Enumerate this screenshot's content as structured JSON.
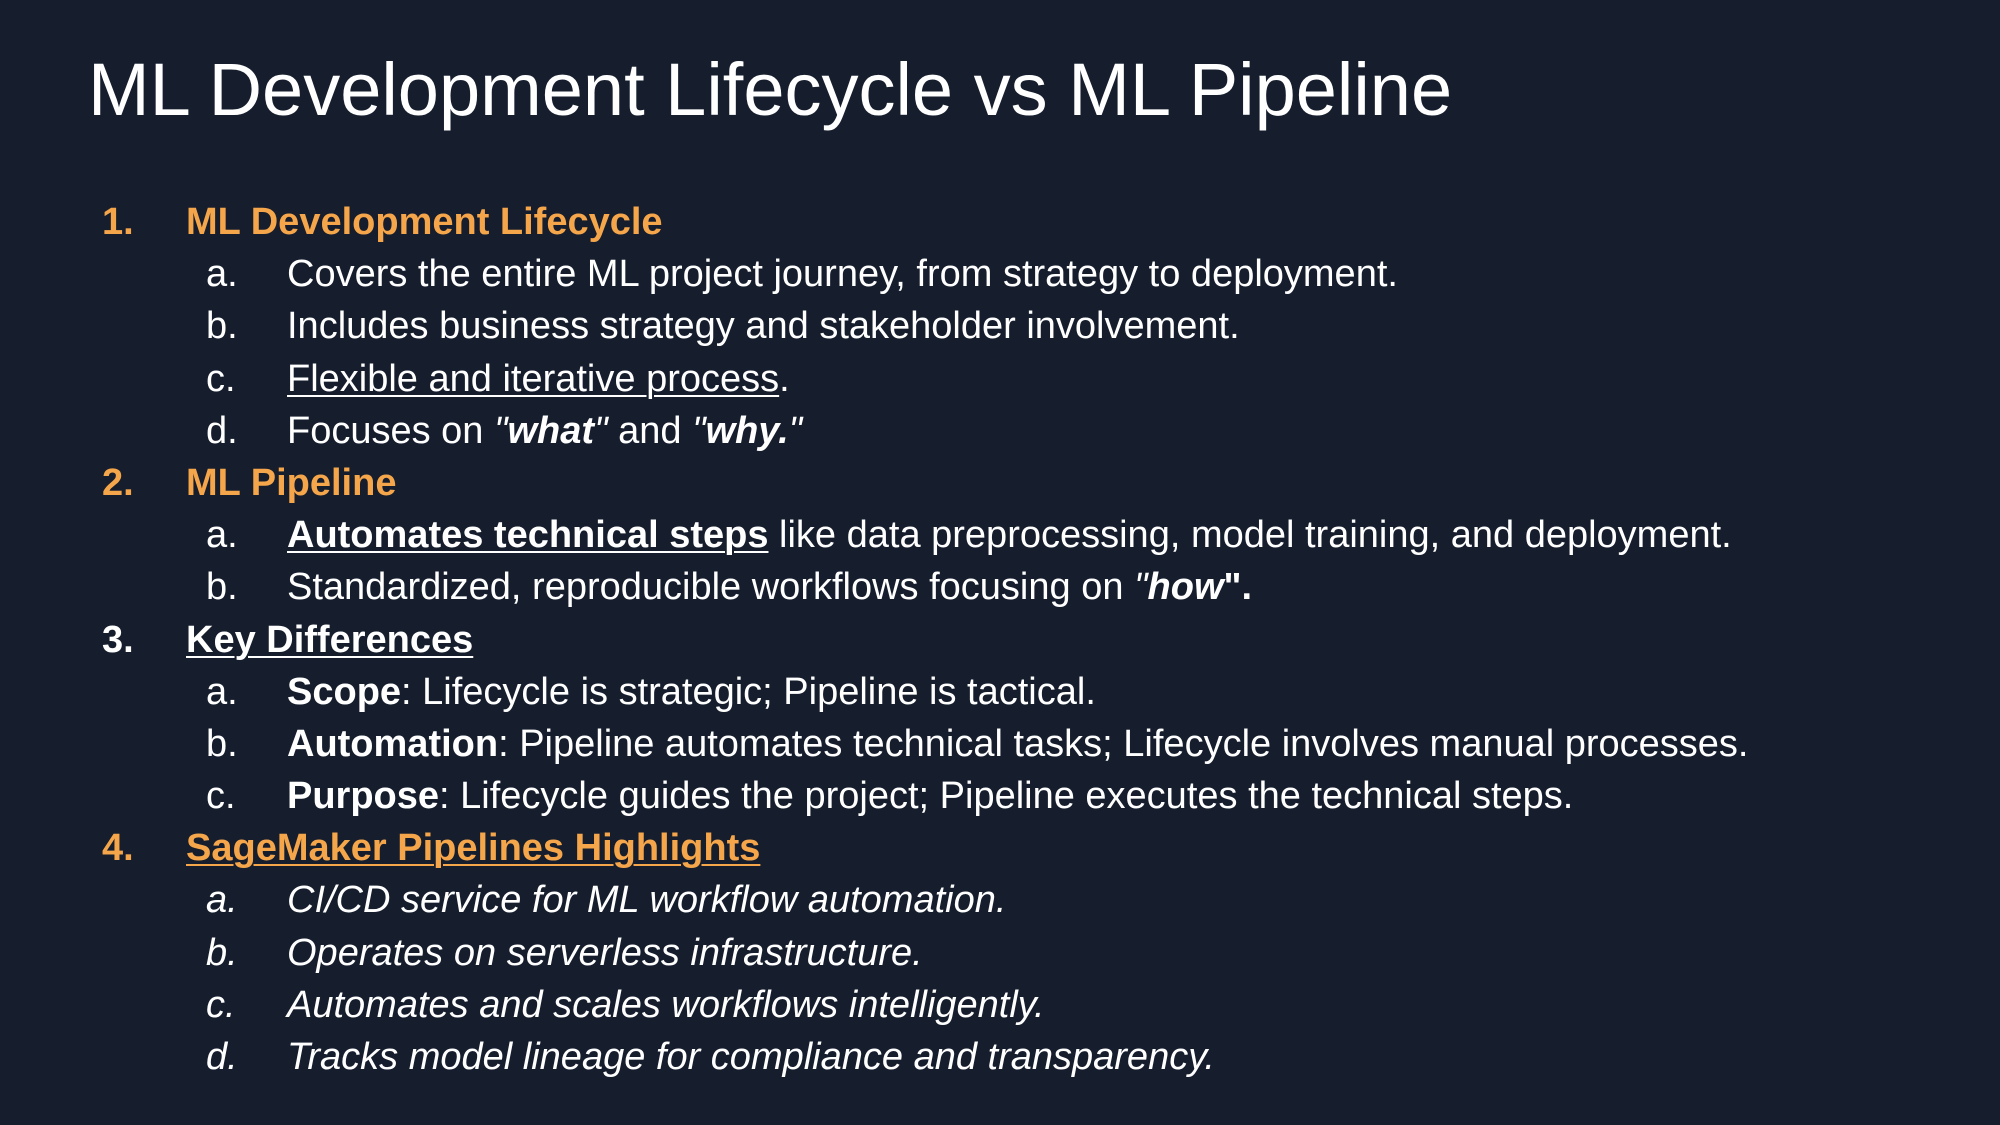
{
  "title": "ML Development Lifecycle vs ML Pipeline",
  "sections": [
    {
      "number": "1.",
      "heading": "ML Development Lifecycle",
      "items": [
        {
          "letter": "a.",
          "text": "Covers the entire ML project journey, from strategy to deployment."
        },
        {
          "letter": "b.",
          "text": "Includes business strategy and stakeholder involvement."
        },
        {
          "letter": "c.",
          "underlined": "Flexible and iterative process",
          "after": "."
        },
        {
          "letter": "d.",
          "prefix": "Focuses on ",
          "q1_open": "\"",
          "what": "what",
          "q1_close": "\"",
          "middle": " and ",
          "q2_open": "\"",
          "why": "why.",
          "q2_close": "\""
        }
      ]
    },
    {
      "number": "2.",
      "heading": "ML Pipeline",
      "items": [
        {
          "letter": "a.",
          "bold_underlined": "Automates technical steps",
          "rest": " like data preprocessing, model training, and deployment."
        },
        {
          "letter": "b.",
          "prefix": "Standardized, reproducible workflows focusing on ",
          "q_open": "\"",
          "how": "how",
          "q_close": "\".",
          "end": ""
        }
      ]
    },
    {
      "number": "3.",
      "heading": "Key Differences",
      "items": [
        {
          "letter": "a.",
          "term": "Scope",
          "text": ": Lifecycle is strategic; Pipeline is tactical."
        },
        {
          "letter": "b.",
          "term": "Automation",
          "text": ": Pipeline automates technical tasks; Lifecycle involves manual processes."
        },
        {
          "letter": "c.",
          "term": "Purpose",
          "text": ": Lifecycle guides the project; Pipeline executes the technical steps."
        }
      ]
    },
    {
      "number": "4.",
      "heading": "SageMaker Pipelines Highlights",
      "items": [
        {
          "letter": "a.",
          "text": "CI/CD service for ML workflow automation."
        },
        {
          "letter": "b.",
          "text": "Operates on serverless infrastructure."
        },
        {
          "letter": "c.",
          "text": "Automates and scales workflows intelligently."
        },
        {
          "letter": "d.",
          "text": "Tracks model lineage for compliance and transparency."
        }
      ]
    }
  ],
  "colors": {
    "background": "#161e2e",
    "accent": "#f5a54a",
    "text": "#ffffff"
  }
}
